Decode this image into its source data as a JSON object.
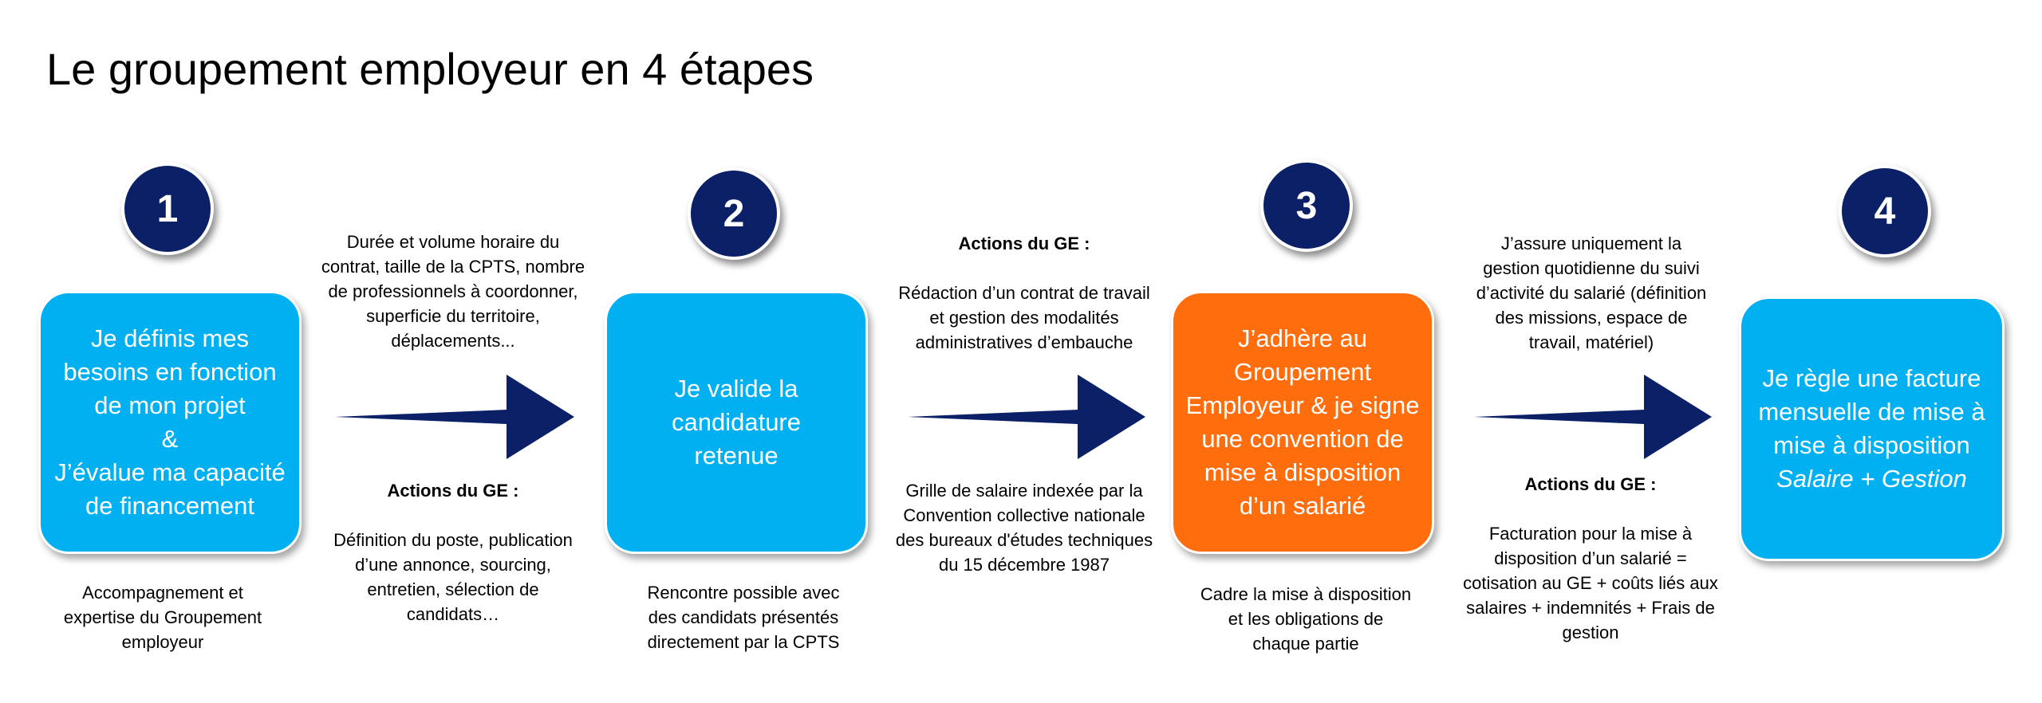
{
  "title": "Le groupement employeur en 4 étapes",
  "colors": {
    "navy": "#0b2067",
    "step_blue": "#00b0f0",
    "step_orange": "#ff6d0d",
    "text": "#000000"
  },
  "steps": [
    {
      "number": "1",
      "color": "#00b0f0",
      "lines": [
        "Je définis mes",
        "besoins en fonction",
        "de mon projet",
        "&",
        "J’évalue ma capacité",
        "de financement"
      ],
      "caption": [
        "Accompagnement et",
        "expertise du Groupement",
        "employeur"
      ]
    },
    {
      "number": "2",
      "color": "#00b0f0",
      "lines": [
        "Je valide la",
        "candidature",
        "retenue"
      ],
      "caption": [
        "Rencontre possible avec",
        "des candidats présentés",
        "directement par la CPTS"
      ]
    },
    {
      "number": "3",
      "color": "#ff6d0d",
      "lines": [
        "J’adhère au",
        "Groupement",
        "Employeur & je signe",
        "une convention de",
        "mise à disposition",
        "d’un salarié"
      ],
      "caption": [
        "Cadre la mise à disposition",
        "et les obligations de",
        "chaque partie"
      ]
    },
    {
      "number": "4",
      "color": "#00b0f0",
      "lines": [
        "Je règle une facture",
        "mensuelle de mise à",
        "mise à disposition"
      ],
      "italic_line": "Salaire + Gestion",
      "caption": []
    }
  ],
  "transitions": [
    {
      "top": [
        "Durée et volume horaire du",
        "contrat, taille de la CPTS, nombre",
        "de professionnels à coordonner,",
        "superficie du territoire,",
        "déplacements..."
      ],
      "bottom_heading": "Actions du GE :",
      "bottom": [
        "Définition du poste, publication",
        "d’une annonce, sourcing,",
        "entretien, sélection de",
        "candidats…"
      ]
    },
    {
      "top_heading": "Actions du GE :",
      "top": [
        "Rédaction d’un contrat de travail",
        "et gestion des modalités",
        "administratives d’embauche"
      ],
      "bottom": [
        "Grille de salaire indexée par la",
        "Convention collective nationale",
        "des bureaux d'études techniques",
        "du 15 décembre 1987"
      ]
    },
    {
      "top": [
        "J’assure uniquement la",
        "gestion quotidienne du suivi",
        "d’activité du salarié (définition",
        "des missions, espace de",
        "travail, matériel)"
      ],
      "bottom_heading": "Actions du GE :",
      "bottom": [
        "Facturation pour la mise à",
        "disposition d’un salarié =",
        "cotisation au GE + coûts liés aux",
        "salaires + indemnités + Frais de",
        "gestion"
      ]
    }
  ]
}
